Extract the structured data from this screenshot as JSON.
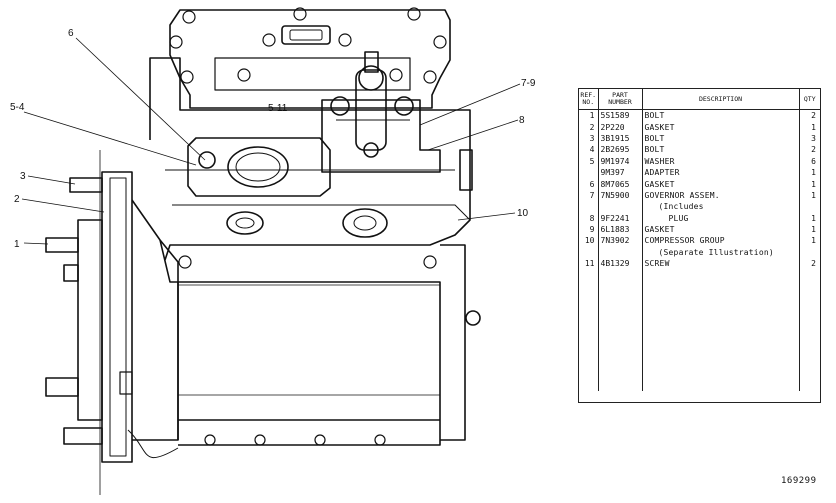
{
  "callouts": [
    "6",
    "5-4",
    "3",
    "2",
    "1",
    "5-11",
    "7-9",
    "8",
    "10"
  ],
  "table": {
    "headers": {
      "ref": "REF. NO.",
      "part": "PART NUMBER",
      "description": "DESCRIPTION",
      "qty": "QTY"
    },
    "rows": [
      {
        "ref": "1",
        "part": "5S1589",
        "description": "BOLT",
        "qty": "2"
      },
      {
        "ref": "2",
        "part": "2P220",
        "description": "GASKET",
        "qty": "1"
      },
      {
        "ref": "3",
        "part": "3B1915",
        "description": "BOLT",
        "qty": "3"
      },
      {
        "ref": "4",
        "part": "2B2695",
        "description": "BOLT",
        "qty": "2"
      },
      {
        "ref": "5",
        "part": "9M1974",
        "description": "WASHER",
        "qty": "6"
      },
      {
        "ref": "",
        "part": "9M397",
        "description": "ADAPTER",
        "qty": "1"
      },
      {
        "ref": "6",
        "part": "8M7065",
        "description": "GASKET",
        "qty": "1"
      },
      {
        "ref": "7",
        "part": "7N5900",
        "description": "GOVERNOR ASSEM.",
        "qty": "1"
      },
      {
        "ref": "",
        "part": "",
        "description": "(Includes",
        "qty": ""
      },
      {
        "ref": "8",
        "part": "9F2241",
        "description": "PLUG",
        "qty": "1"
      },
      {
        "ref": "9",
        "part": "6L1883",
        "description": "GASKET",
        "qty": "1"
      },
      {
        "ref": "10",
        "part": "7N3902",
        "description": "COMPRESSOR GROUP",
        "qty": "1"
      },
      {
        "ref": "",
        "part": "",
        "description": "(Separate Illustration)",
        "qty": ""
      },
      {
        "ref": "11",
        "part": "4B1329",
        "description": "SCREW",
        "qty": "2"
      }
    ]
  },
  "doc_number": "169299"
}
